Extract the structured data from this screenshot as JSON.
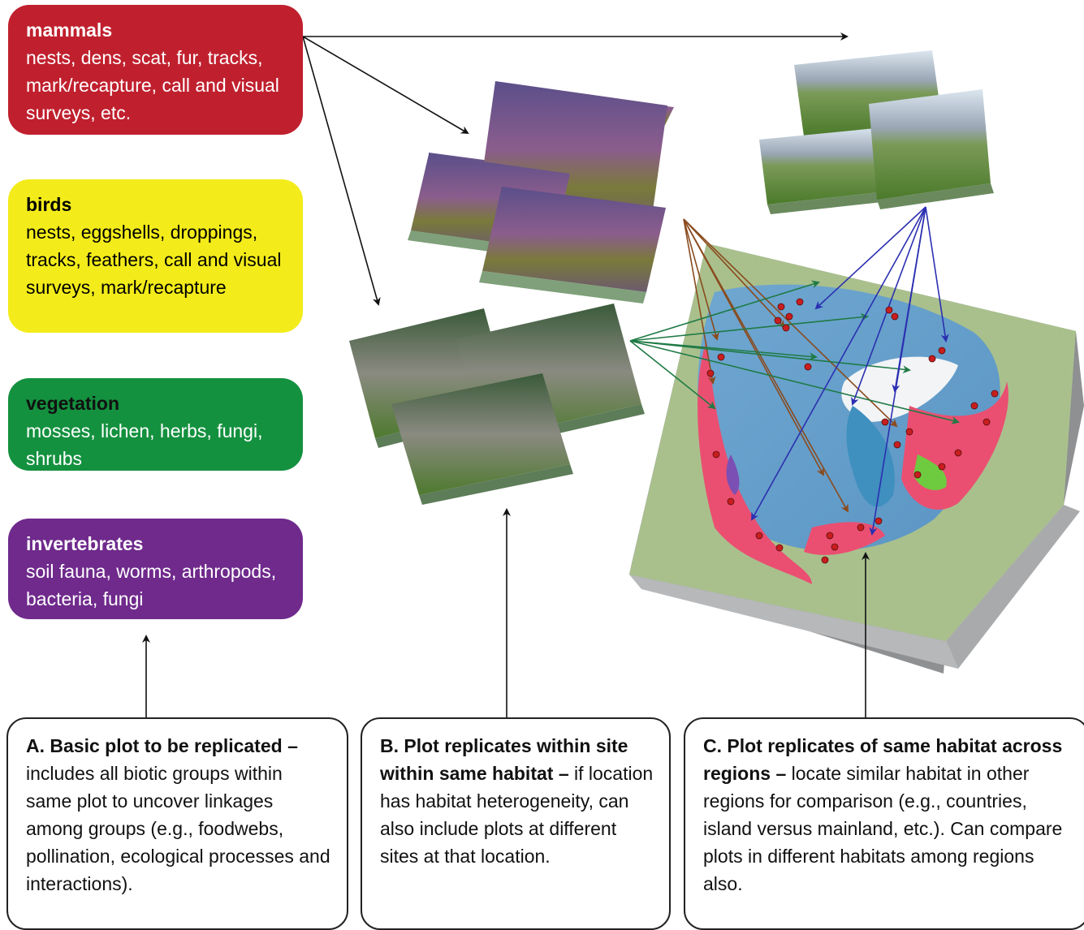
{
  "groups": {
    "mammals": {
      "title": "mammals",
      "text": "nests, dens, scat, fur, tracks, mark/recapture, call and visual surveys, etc.",
      "color": "#c0202e"
    },
    "birds": {
      "title": "birds",
      "text": "nests, eggshells, droppings, tracks, feathers, call and visual surveys, mark/recapture",
      "color": "#f3ec1a"
    },
    "vegetation": {
      "title": "vegetation",
      "text": "mosses, lichen, herbs, fungi, shrubs",
      "color": "#14913f"
    },
    "invertebrates": {
      "title": "invertebrates",
      "text": "soil fauna, worms, arthropods, bacteria, fungi",
      "color": "#6f2a8c"
    }
  },
  "captions": {
    "a": {
      "title": "A. Basic plot to be replicated –",
      "text": "includes all biotic groups within same plot to uncover linkages among groups  (e.g., foodwebs, pollination, ecological processes and interactions)."
    },
    "b": {
      "title": "B. Plot replicates within site within same habitat –",
      "text": "if location has habitat heterogeneity, can also include plots  at different sites at that location."
    },
    "c": {
      "title": "C. Plot replicates of same habitat across regions –",
      "text": "locate similar habitat in other regions for comparison (e.g., countries, island versus mainland, etc.). Can compare plots in different habitats among regions also."
    }
  },
  "colors": {
    "tundra_arrows": "#8a4b1e",
    "forest_arrows": "#1f7a45",
    "mountain_arrows": "#2b2fb0",
    "site_dots": "#c81e1e"
  },
  "icons": [
    "tundra-photo-tile",
    "rocky-meadow-photo-tile",
    "mountain-valley-photo-tile",
    "circumpolar-map-block"
  ]
}
